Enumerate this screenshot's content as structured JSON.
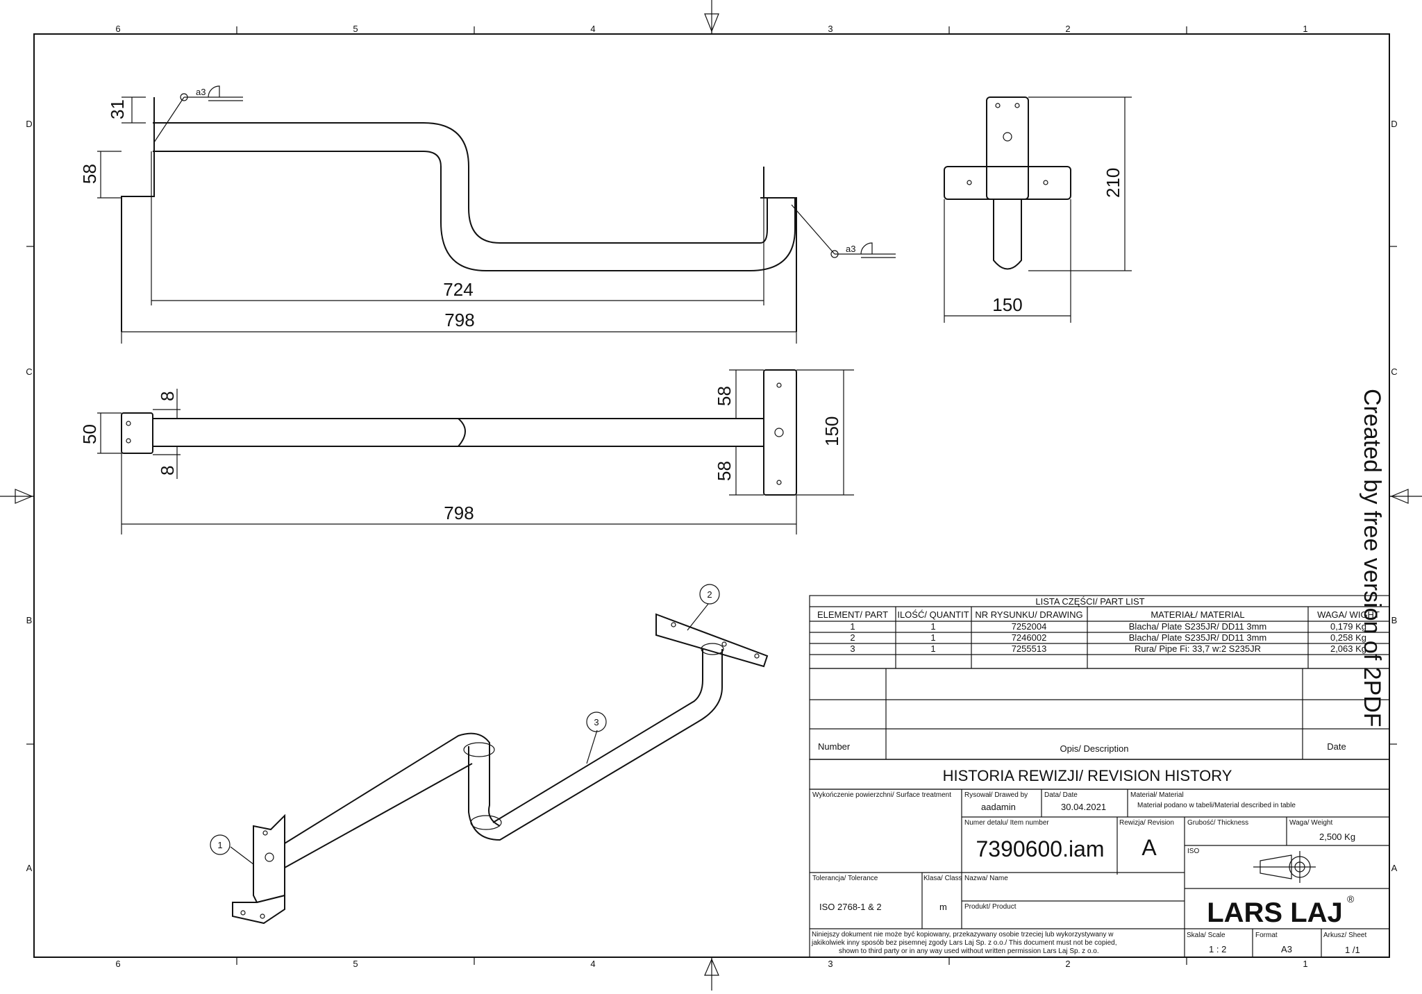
{
  "border": {
    "columns": [
      "6",
      "5",
      "4",
      "3",
      "2",
      "1"
    ],
    "rows": [
      "D",
      "C",
      "B",
      "A"
    ]
  },
  "dimensions": {
    "side_top_31": "31",
    "side_58": "58",
    "side_724": "724",
    "side_798": "798",
    "end_210": "210",
    "end_150": "150",
    "top_8a": "8",
    "top_8b": "8",
    "top_50": "50",
    "top_58a": "58",
    "top_58b": "58",
    "top_150": "150",
    "top_798": "798",
    "weld_1": "a3",
    "weld_2": "a3"
  },
  "balloons": [
    "1",
    "2",
    "3"
  ],
  "parts_list": {
    "title": "LISTA CZĘŚCI/ PART LIST",
    "headers": [
      "ELEMENT/ PART",
      "ILOŚĆ/ QUANTIT",
      "NR RYSUNKU/ DRAWING",
      "MATERIAŁ/ MATERIAL",
      "WAGA/ WIGHT"
    ],
    "rows": [
      [
        "1",
        "1",
        "7252004",
        "Blacha/ Plate S235JR/ DD11 3mm",
        "0,179 Kg"
      ],
      [
        "2",
        "1",
        "7246002",
        "Blacha/ Plate S235JR/ DD11 3mm",
        "0,258 Kg"
      ],
      [
        "3",
        "1",
        "7255513",
        "Rura/ Pipe Fi: 33,7 w:2 S235JR",
        "2,063 Kg"
      ]
    ]
  },
  "revision": {
    "number_label": "Number",
    "description_label": "Opis/ Description",
    "date_label": "Date",
    "history_title": "HISTORIA REWIZJI/ REVISION HISTORY"
  },
  "title_block": {
    "surface_label": "Wykończenie powierzchni/ Surface treatment",
    "drawn_by_label": "Rysował/ Drawed by",
    "drawn_by": "aadamin",
    "date_label": "Data/ Date",
    "date": "30.04.2021",
    "material_label": "Materiał/ Material",
    "material": "Materiał podano w tabeli/Material described in table",
    "item_number_label": "Numer detalu/ Item number",
    "item_number": "7390600.iam",
    "revision_label": "Rewizja/ Revision",
    "revision": "A",
    "thickness_label": "Grubość/ Thickness",
    "weight_label": "Waga/ Weight",
    "weight": "2,500 Kg",
    "iso_label": "ISO",
    "tolerance_label": "Tolerancja/ Tolerance",
    "tolerance": "ISO 2768-1 & 2",
    "class_label": "Klasa/ Class",
    "class": "m",
    "name_label": "Nazwa/ Name",
    "product_label": "Produkt/ Product",
    "company": "LARS LAJ",
    "registered": "®",
    "notice_line1": "Niniejszy dokument nie może być kopiowany, przekazywany osobie trzeciej lub wykorzystywany w",
    "notice_line2": "jakikolwiek inny sposób bez pisemnej zgody Lars Laj Sp. z o.o./ This document must not be copied,",
    "notice_line3": "shown to third party or in any way used without written permission Lars Laj Sp. z o.o.",
    "scale_label": "Skala/ Scale",
    "scale": "1 : 2",
    "format_label": "Format",
    "format": "A3",
    "sheet_label": "Arkusz/ Sheet",
    "sheet": "1 /1"
  },
  "watermark": "Created by free version of 2PDF"
}
